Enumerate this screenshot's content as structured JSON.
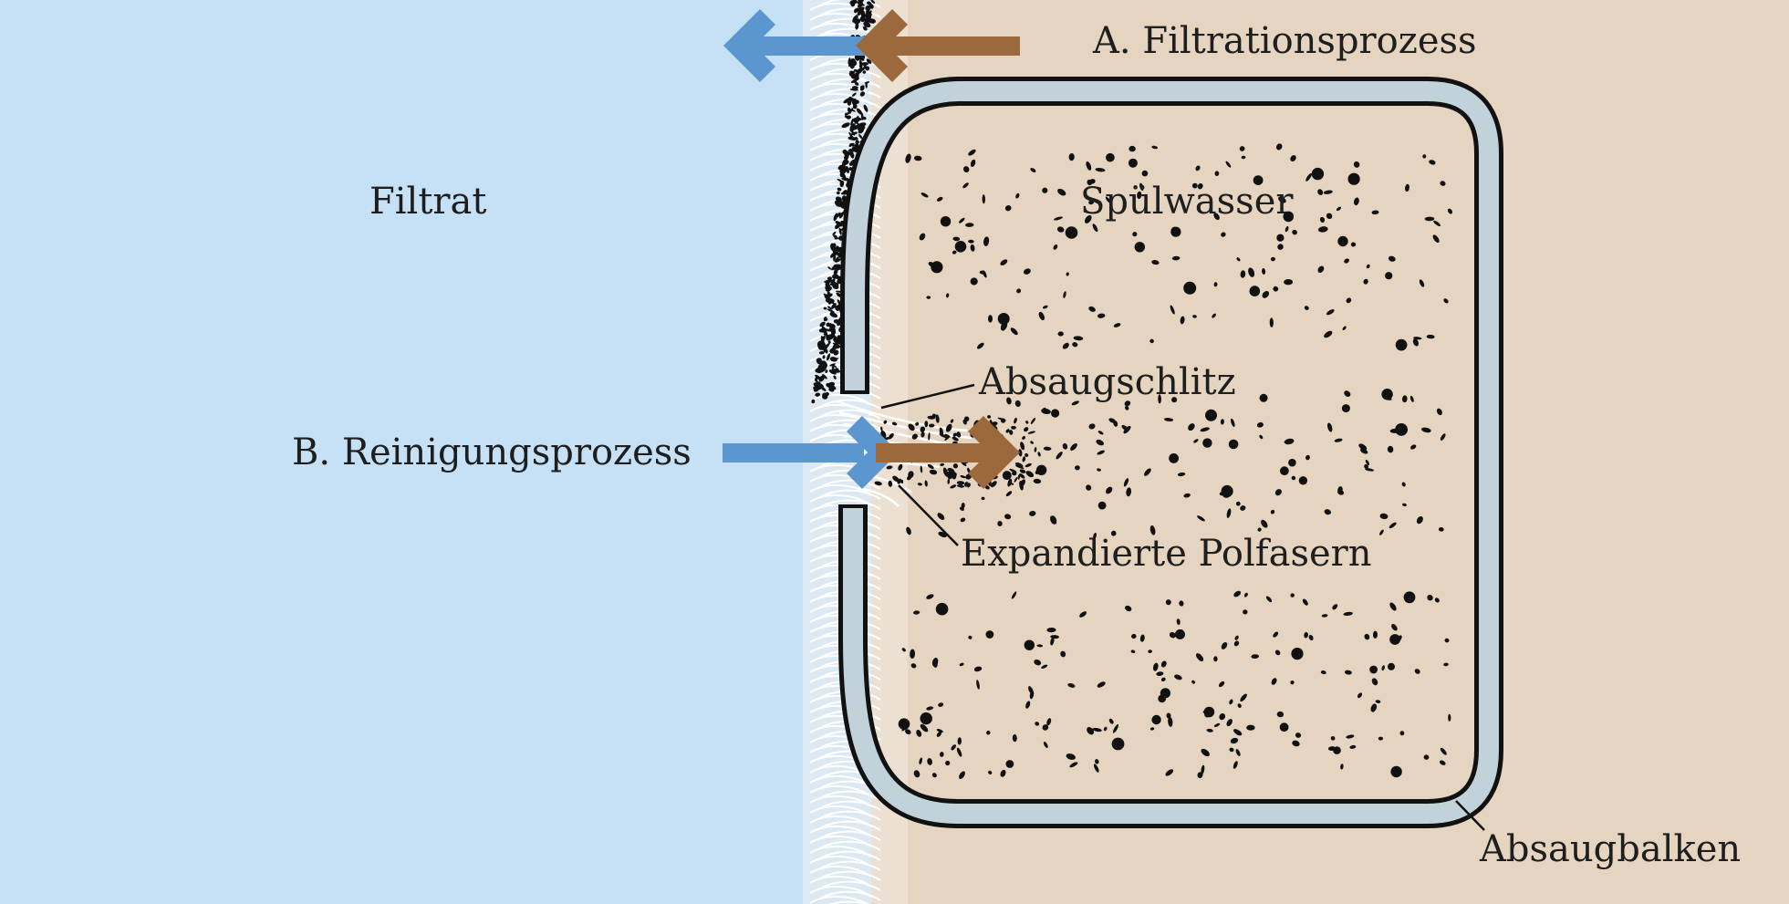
{
  "labels": {
    "filtration_process": "A. Filtrationsprozess",
    "filtrate": "Filtrat",
    "rinse_water": "Spülwasser",
    "suction_slot": "Absaugschlitz",
    "cleaning_process": "B. Reinigungsprozess",
    "expanded_fibers": "Expandierte Polfasern",
    "suction_bar": "Absaugbalken"
  },
  "colors": {
    "filtrate_area": "#c6e1f6",
    "rinse_area": "#e4d4c0",
    "filtrate_arrow": "#5b97ce",
    "dirt_arrow": "#9c693c",
    "bar_wall": "#c2d2da",
    "fiber": "#ffffff",
    "particles": "#111111"
  },
  "icons": {
    "filtration_filtrate_arrow": "arrow-left-icon",
    "filtration_dirt_arrow": "arrow-left-icon",
    "cleaning_water_arrow": "arrow-right-icon",
    "cleaning_dirt_arrow": "arrow-right-icon"
  }
}
